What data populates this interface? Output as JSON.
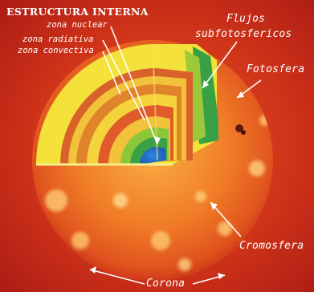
{
  "title": "ESTRUCTURA INTERNA",
  "labels": {
    "zona_nuclear": "zona nuclear",
    "zona_radiativa": "zona radiativa",
    "zona_convectiva": "zona convectiva",
    "flujos_line1": "Flujos",
    "flujos_line2": "subfotosfericos",
    "fotosfera": "Fotosfera",
    "cromosfera": "Cromosfera",
    "corona": "Corona"
  },
  "colors": {
    "background": "#c8281a",
    "sun_surface": "#f07a26",
    "label_text": "#ffffff",
    "convective_yellow": "#f4e23a",
    "radiative_red": "#d9622a",
    "core_green": "#3aa046",
    "core_blue": "#2a7ad8"
  }
}
